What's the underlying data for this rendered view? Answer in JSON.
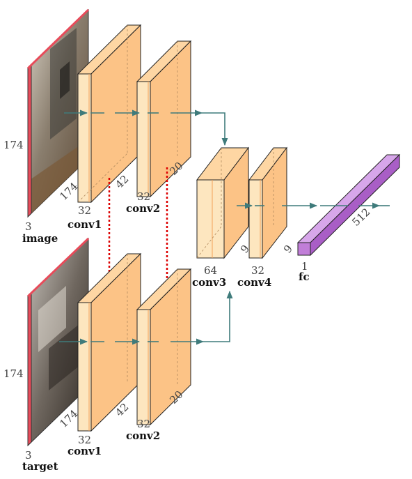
{
  "colors": {
    "conv_front": "#fde6bf",
    "conv_side": "#fcbe7c",
    "conv_top": "#fed6a3",
    "fc": "#c17ed8",
    "arrow": "#3f7b7b",
    "shared_link": "#dd0000",
    "image_border": "#e74b5a"
  },
  "branches": {
    "image": {
      "label": "image",
      "channels": "3",
      "height": "174",
      "width": "174",
      "conv1": {
        "label": "conv1",
        "channels": "32",
        "size": "42"
      },
      "conv2": {
        "label": "conv2",
        "channels": "32",
        "size": "20"
      }
    },
    "target": {
      "label": "target",
      "channels": "3",
      "height": "174",
      "width": "174",
      "conv1": {
        "label": "conv1",
        "channels": "32",
        "size": "42"
      },
      "conv2": {
        "label": "conv2",
        "channels": "32",
        "size": "20"
      }
    }
  },
  "merged": {
    "conv3": {
      "label": "conv3",
      "channels": "64",
      "size": "9"
    },
    "conv4": {
      "label": "conv4",
      "channels": "32",
      "size": "9"
    },
    "fc": {
      "label": "fc",
      "units": "512",
      "depth": "1"
    }
  }
}
